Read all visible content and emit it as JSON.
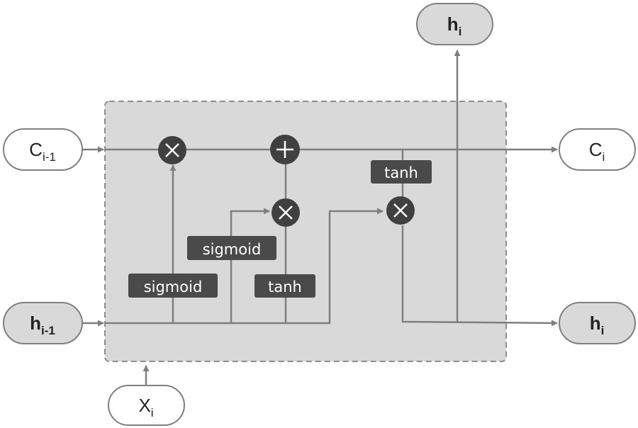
{
  "nodes": {
    "c_prev": {
      "main": "C",
      "sub": "i-1"
    },
    "c_out": {
      "main": "C",
      "sub": "i"
    },
    "h_prev": {
      "main": "h",
      "sub": "i-1"
    },
    "h_out_right": {
      "main": "h",
      "sub": "i"
    },
    "h_out_top": {
      "main": "h",
      "sub": "i"
    },
    "x_in": {
      "main": "X",
      "sub": "i"
    }
  },
  "labels": {
    "forget_gate": "sigmoid",
    "input_gate": "sigmoid",
    "candidate": "tanh",
    "cell_tanh": "tanh"
  },
  "operators": {
    "forget_mult": "×",
    "cell_add": "+",
    "input_mult": "×",
    "output_mult": "×"
  },
  "colors": {
    "cell_fill": "#d9d9d9",
    "cell_border": "#8c8c8c",
    "line": "#7f7f7f",
    "op_fill": "#404040",
    "label_fill": "#4a4a4a",
    "bold_node_fill": "#d9d9d9"
  }
}
